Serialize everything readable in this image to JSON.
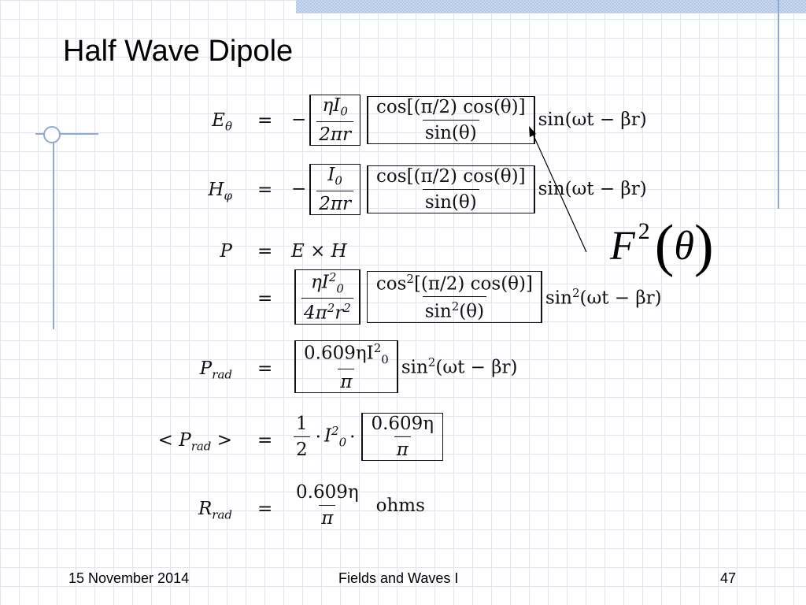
{
  "slide": {
    "title": "Half Wave Dipole",
    "footer": {
      "date": "15 November 2014",
      "course": "Fields and Waves I",
      "page": "47"
    }
  },
  "equations": {
    "e_theta": {
      "lhs": "E",
      "lhs_sub": "θ"
    },
    "h_phi": {
      "lhs": "H",
      "lhs_sub": "φ"
    },
    "poynting": {
      "lhs": "P",
      "rhs": "E × H"
    },
    "p_rad": {
      "lhs": "P",
      "lhs_sub": "rad"
    },
    "p_rad_avg": {
      "lhs": "< P",
      "lhs_sub": "rad",
      "lhs_tail": " >"
    },
    "r_rad": {
      "lhs": "R",
      "lhs_sub": "rad",
      "unit": "ohms"
    },
    "common": {
      "equals": "=",
      "minus": "−",
      "eta_i0": "ηI",
      "sub0": "0",
      "two_pi_r": "2πr",
      "cos_num": "cos[(π/2) cos(θ)]",
      "sin_den": "sin(θ)",
      "sin_wave": "sin(ωt − βr)",
      "eta_i0sq": "ηI",
      "four_pi2r2": "4π",
      "r": "r",
      "cos2": "cos",
      "cos2_rest": "[(π/2) cos(θ)]",
      "sin2": "sin",
      "sin2_theta": "(θ)",
      "sin2_wave": "(ωt − βr)",
      "coef_eta": "0.609ηI",
      "pi": "π",
      "half_num": "1",
      "half_den": "2",
      "i0": "I",
      "coef_eta_short": "0.609η",
      "sq": "2",
      "dot": "·",
      "i0_plain": "I"
    }
  },
  "annotation": {
    "f": "F",
    "exp": "2",
    "theta": "θ"
  }
}
